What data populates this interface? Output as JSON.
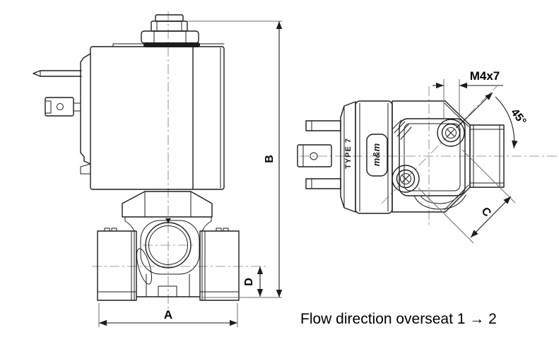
{
  "drawing": {
    "kind": "solenoid valve technical drawing, two orthographic views",
    "views": {
      "side_view": {
        "label": "side view",
        "dimensions": {
          "width": "A",
          "height": "B",
          "port_height": "D"
        }
      },
      "top_view": {
        "label": "top view",
        "dimensions": {
          "diagonal": "C",
          "mounting_thread": "M4x7",
          "port_angle": "45°"
        },
        "markings": {
          "connector_type": "TYPE 7",
          "brand": "m&m"
        }
      }
    },
    "note": {
      "flow_direction": "Flow direction overseat 1 → 2"
    },
    "colors": {
      "background": "#ffffff",
      "line": "#1d1d1b",
      "centerline": "#9c9c9c",
      "text": "#000000"
    }
  }
}
